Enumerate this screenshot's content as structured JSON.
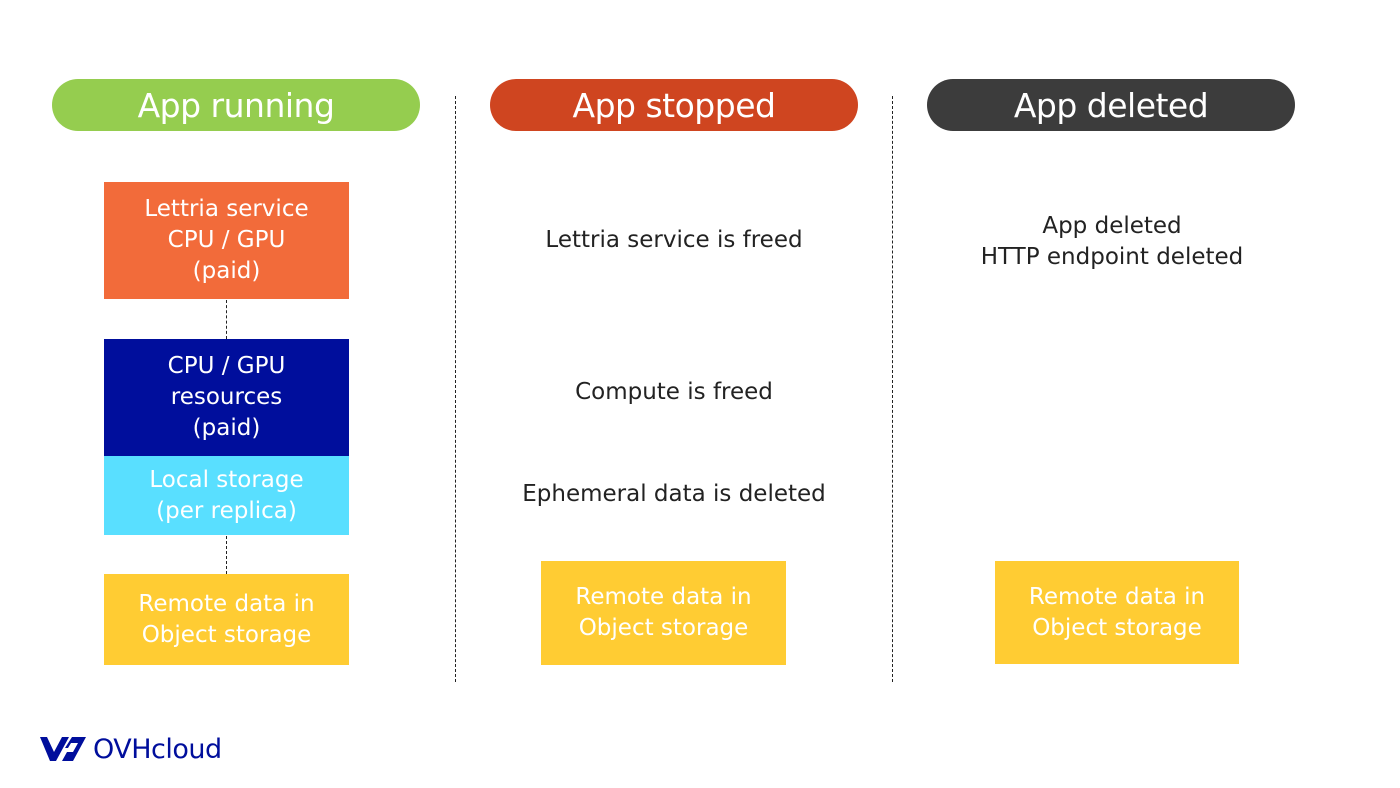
{
  "columns": [
    {
      "title": "App running",
      "color": "#95cd4f"
    },
    {
      "title": "App stopped",
      "color": "#cf4520"
    },
    {
      "title": "App deleted",
      "color": "#3c3c3c"
    }
  ],
  "running": {
    "service": {
      "lines": [
        "Lettria service",
        "CPU / GPU",
        "(paid)"
      ],
      "color": "#f26b3a"
    },
    "compute": {
      "lines": [
        "CPU / GPU",
        "resources",
        "(paid)"
      ],
      "color": "#000e9c"
    },
    "local_storage": {
      "lines": [
        "Local storage",
        "(per replica)"
      ],
      "color": "#59dfff"
    },
    "remote": {
      "lines": [
        "Remote data in",
        "Object storage"
      ],
      "color": "#ffcc33"
    }
  },
  "stopped": {
    "service_note": "Lettria service is freed",
    "compute_note": "Compute is freed",
    "storage_note": "Ephemeral data is deleted",
    "remote": {
      "lines": [
        "Remote data in",
        "Object storage"
      ]
    }
  },
  "deleted": {
    "notes": [
      "App deleted",
      "HTTP endpoint deleted"
    ],
    "remote": {
      "lines": [
        "Remote data in",
        "Object storage"
      ]
    }
  },
  "logo": {
    "text": "OVHcloud",
    "icon": "ovhcloud-logo-icon"
  }
}
